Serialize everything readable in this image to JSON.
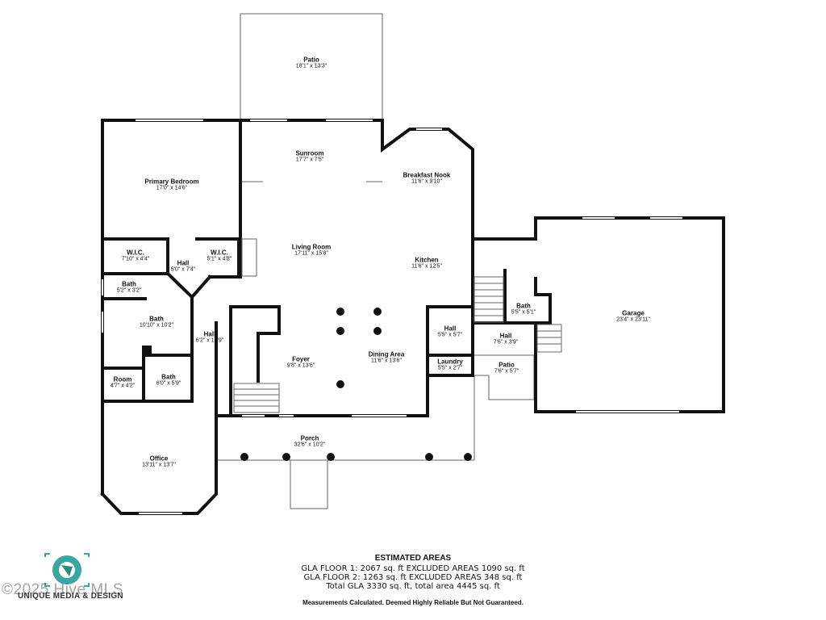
{
  "rooms": [
    {
      "name": "Patio",
      "dims": "18'1\" x 13'3\""
    },
    {
      "name": "Sunroom",
      "dims": "17'7\" x 7'5\""
    },
    {
      "name": "Primary Bedroom",
      "dims": "17'0\" x 14'6\""
    },
    {
      "name": "Breakfast Nook",
      "dims": "11'6\" x 9'10\""
    },
    {
      "name": "Living Room",
      "dims": "17'11\" x 15'8\""
    },
    {
      "name": "Kitchen",
      "dims": "11'6\" x 12'5\""
    },
    {
      "name": "W.I.C.",
      "dims": "7'10\" x 4'4\""
    },
    {
      "name": "Hall",
      "dims": "5'0\" x 7'4\""
    },
    {
      "name": "W.I.C.",
      "dims": "5'1\" x 4'8\""
    },
    {
      "name": "Bath",
      "dims": "5'2\" x 3'2\""
    },
    {
      "name": "Bath",
      "dims": "10'10\" x 10'2\""
    },
    {
      "name": "Hall",
      "dims": "6'2\" x 15'9\""
    },
    {
      "name": "Foyer",
      "dims": "9'8\" x 13'6\""
    },
    {
      "name": "Dining Area",
      "dims": "11'6\" x 13'6\""
    },
    {
      "name": "Hall",
      "dims": "5'5\" x 5'7\""
    },
    {
      "name": "Laundry",
      "dims": "5'5\" x 2'7\""
    },
    {
      "name": "Hall",
      "dims": "7'6\" x 3'9\""
    },
    {
      "name": "Patio",
      "dims": "7'6\" x 5'7\""
    },
    {
      "name": "Bath",
      "dims": "5'5\" x 5'1\""
    },
    {
      "name": "Garage",
      "dims": "23'4\" x 23'11\""
    },
    {
      "name": "Room",
      "dims": "4'7\" x 4'2\""
    },
    {
      "name": "Bath",
      "dims": "6'0\" x 5'9\""
    },
    {
      "name": "Porch",
      "dims": "32'6\" x 10'2\""
    },
    {
      "name": "Office",
      "dims": "13'11\" x 13'7\""
    }
  ],
  "footer": {
    "title": "ESTIMATED AREAS",
    "line1": "GLA FLOOR 1: 2067 sq. ft EXCLUDED AREAS 1090 sq. ft",
    "line2": "GLA FLOOR 2: 1263 sq. ft EXCLUDED AREAS 348 sq. ft",
    "line3": "Total GLA 3330 sq. ft, total area 4445 sq. ft",
    "disclaimer": "Measurements Calculated. Deemed Highly Reliable But Not Guaranteed."
  },
  "logo": {
    "text": "UNIQUE MEDIA & DESIGN",
    "watermark": "©2025 Hive MLS",
    "color": "#3aa6a0"
  },
  "colors": {
    "wall": "#111111",
    "window": "#9a9a9a",
    "line": "#666666"
  }
}
